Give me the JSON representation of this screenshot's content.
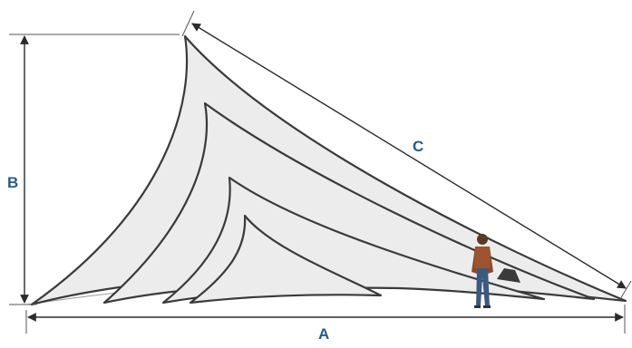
{
  "labels": {
    "a": "A",
    "b": "B",
    "c": "C"
  },
  "colors": {
    "label": "#2a5b86",
    "sail_fill": "#ececec",
    "sail_stroke": "#3a3a3a",
    "dimension_line": "#2b2b2b"
  },
  "sail_count": 4,
  "person_icon": "standing-person-icon"
}
